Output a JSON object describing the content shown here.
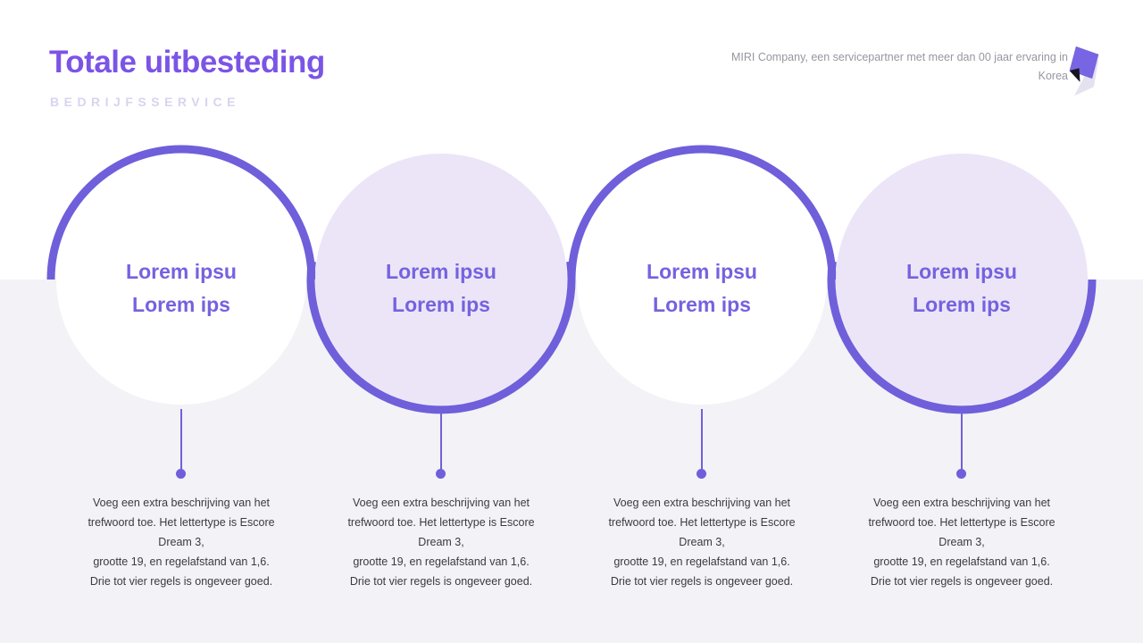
{
  "header": {
    "title": "Totale uitbesteding",
    "subtitle": "BEDRIJFSSERVICE",
    "tagline": "MIRI Company, een servicepartner met meer dan 00 jaar ervaring in\nKorea"
  },
  "colors": {
    "accent_purple": "#6F5FDA",
    "title_purple": "#7B54E6",
    "circle_text_purple": "#7562DF",
    "lavender_fill": "#ECE5F8",
    "subtitle_lavender": "#D9D3F0",
    "tagline_gray": "#98969F",
    "lower_background": "#F3F2F6",
    "description_text": "#3B3B3F"
  },
  "circles": [
    {
      "title": "Lorem ipsu\nLorem ips",
      "description": "Voeg een extra beschrijving van het\ntrefwoord toe. Het lettertype is Escore\nDream 3,\ngrootte 19, en regelafstand van 1,6.\nDrie tot vier regels is ongeveer goed."
    },
    {
      "title": "Lorem ipsu\nLorem ips",
      "description": "Voeg een extra beschrijving van het\ntrefwoord toe. Het lettertype is Escore\nDream 3,\ngrootte 19, en regelafstand van 1,6.\nDrie tot vier regels is ongeveer goed."
    },
    {
      "title": "Lorem ipsu\nLorem ips",
      "description": "Voeg een extra beschrijving van het\ntrefwoord toe. Het lettertype is Escore\nDream 3,\ngrootte 19, en regelafstand van 1,6.\nDrie tot vier regels is ongeveer goed."
    },
    {
      "title": "Lorem ipsu\nLorem ips",
      "description": "Voeg een extra beschrijving van het\ntrefwoord toe. Het lettertype is Escore\nDream 3,\ngrootte 19, en regelafstand van 1,6.\nDrie tot vier regels is ongeveer goed."
    }
  ]
}
